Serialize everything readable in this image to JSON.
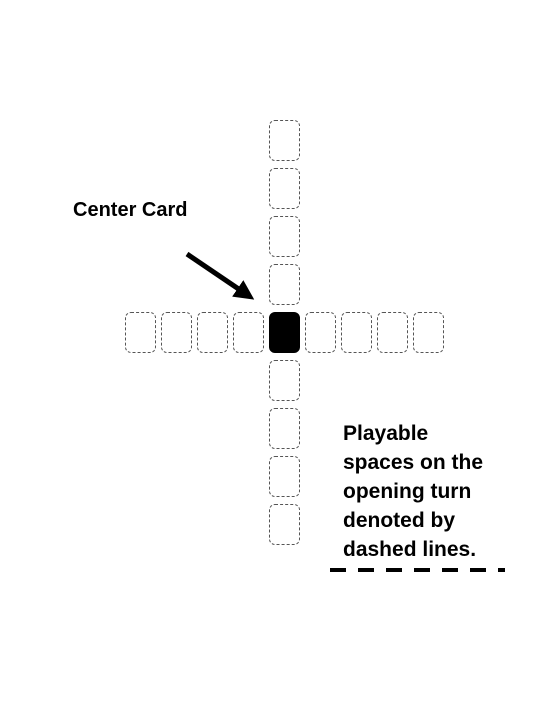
{
  "center_label": "Center Card",
  "caption_lines": [
    "Playable",
    "spaces on the",
    "opening turn",
    "denoted by",
    "dashed lines."
  ],
  "layout_grid": {
    "up_cards": 4,
    "down_cards": 4,
    "left_cards": 4,
    "right_cards": 4
  },
  "colors": {
    "center_card": "#000000",
    "dashed_border": "#555555"
  }
}
